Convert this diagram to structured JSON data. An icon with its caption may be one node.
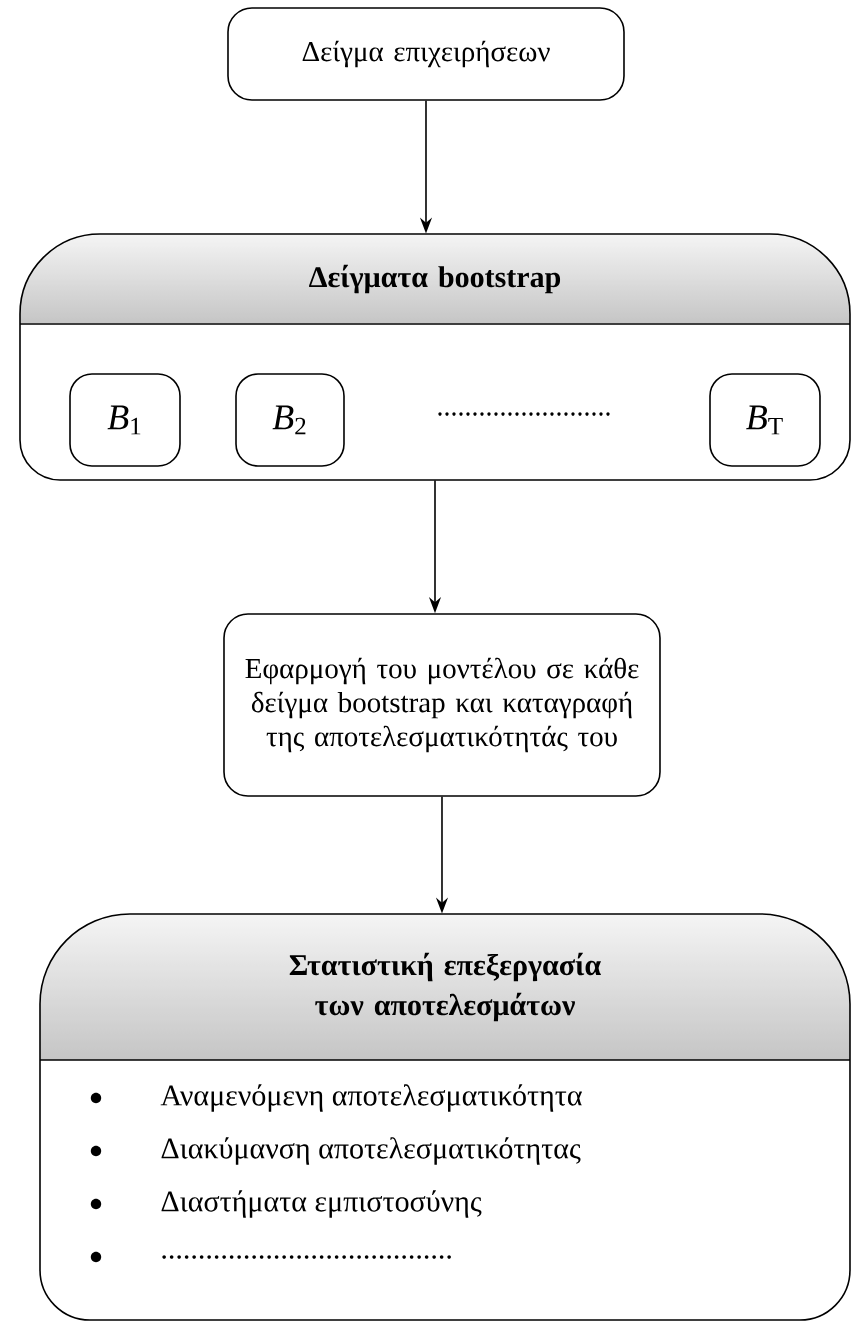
{
  "diagram": {
    "nodes": [
      {
        "text": [
          "Δείγμα επιχειρήσεων"
        ]
      },
      {
        "text": [
          "Δείγματα bootstrap",
          "........................."
        ]
      },
      {
        "text": [
          "*B*$_{1}$"
        ],
        "in": 1
      },
      {
        "text": [
          "*B*$_{2}$"
        ],
        "in": 1
      },
      {
        "text": [
          "*B*$_{T}$"
        ],
        "in": 1
      },
      {
        "text": [
          "Εφαρμογή του μοντέλου σε κάθε δείγμα bootstrap και καταγραφή της αποτελεσματικότητάς του"
        ]
      },
      {
        "text": [
          "Στατιστική επεξεργασία των αποτελεσμάτων",
          "Αναμενόμενη αποτελεσματικότητα",
          "Διακύμανση αποτελεσματικότητας",
          "Διαστήματα εμπιστοσύνης",
          "......................................."
        ]
      }
    ],
    "edges": [
      {
        "from": 0,
        "to": 1,
        "arrow": "to"
      },
      {
        "from": 1,
        "to": 5,
        "arrow": "to"
      },
      {
        "from": 5,
        "to": 6,
        "arrow": "to"
      }
    ]
  }
}
